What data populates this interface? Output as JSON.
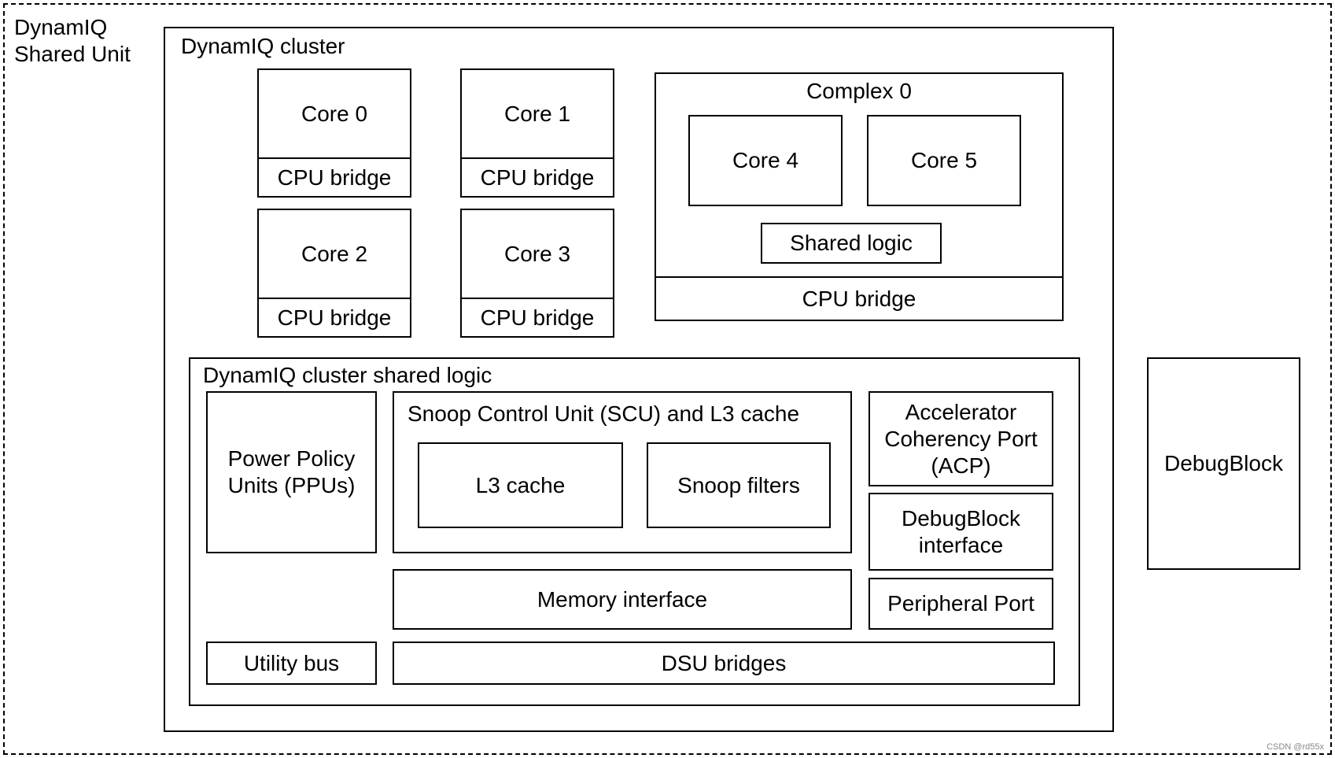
{
  "dsu": {
    "title": "DynamIQ\nShared Unit"
  },
  "cluster": {
    "title": "DynamIQ cluster",
    "cores": [
      {
        "name": "Core 0",
        "bridge": "CPU bridge"
      },
      {
        "name": "Core 1",
        "bridge": "CPU bridge"
      },
      {
        "name": "Core 2",
        "bridge": "CPU bridge"
      },
      {
        "name": "Core 3",
        "bridge": "CPU bridge"
      }
    ],
    "complex": {
      "title": "Complex 0",
      "cores": [
        "Core 4",
        "Core 5"
      ],
      "shared_logic": "Shared logic",
      "bridge": "CPU bridge"
    },
    "shared_logic": {
      "title": "DynamIQ cluster shared logic",
      "ppu": "Power Policy\nUnits (PPUs)",
      "scu": {
        "title": "Snoop Control Unit (SCU) and L3 cache",
        "l3": "L3 cache",
        "snoop_filters": "Snoop filters"
      },
      "acp": "Accelerator\nCoherency Port\n(ACP)",
      "debug_interface": "DebugBlock\ninterface",
      "peripheral_port": "Peripheral Port",
      "memory_interface": "Memory interface",
      "utility_bus": "Utility bus",
      "dsu_bridges": "DSU bridges"
    }
  },
  "debug_block": "DebugBlock",
  "watermark": "CSDN @rd55x"
}
